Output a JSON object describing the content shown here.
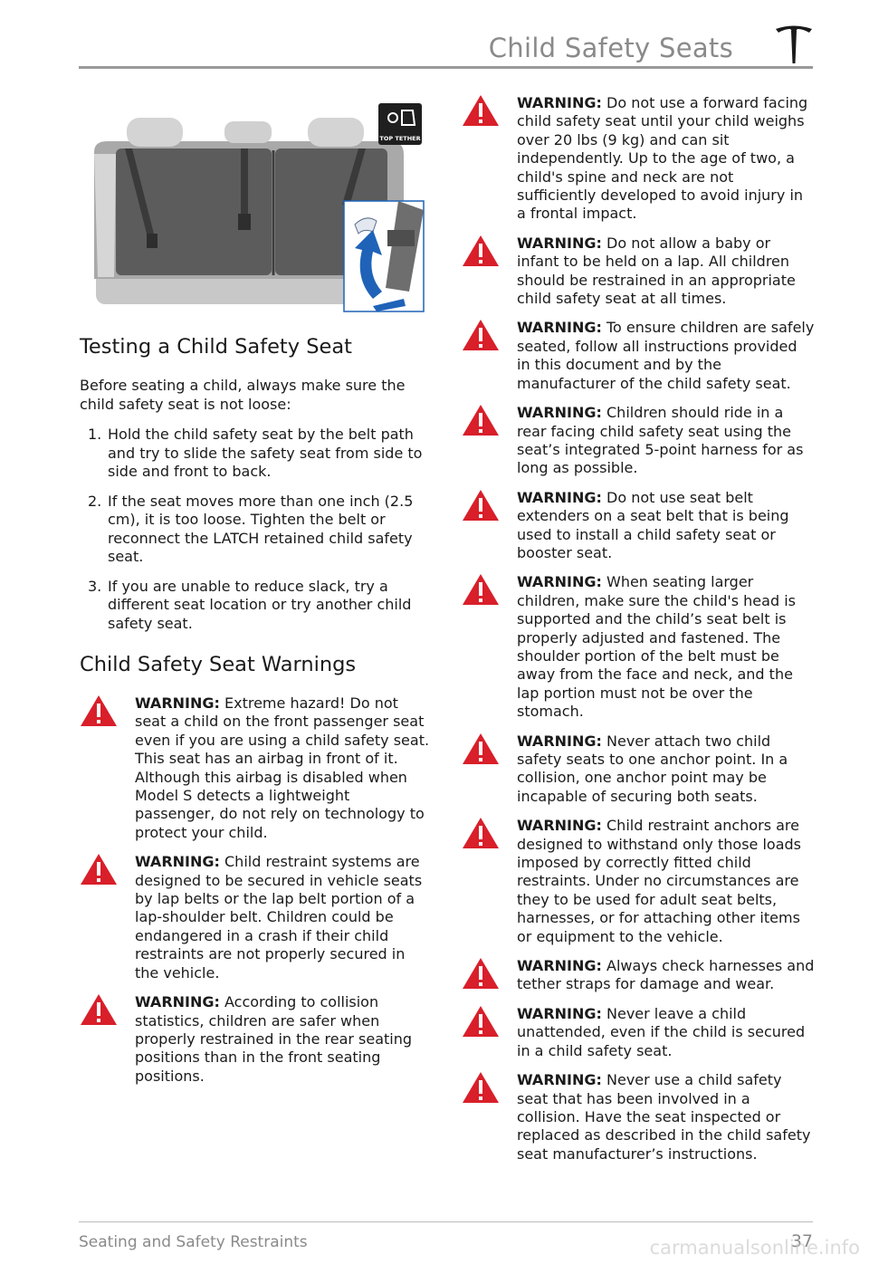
{
  "header": {
    "title": "Child Safety Seats"
  },
  "figure": {
    "badge_text": "TOP TETHER"
  },
  "testing": {
    "title": "Testing a Child Safety Seat",
    "intro": "Before seating a child, always make sure the child safety seat is not loose:",
    "steps": [
      {
        "num": "1.",
        "text": "Hold the child safety seat by the belt path and try to slide the safety seat from side to side and front to back."
      },
      {
        "num": "2.",
        "text": "If the seat moves more than one inch (2.5 cm), it is too loose. Tighten the belt or reconnect the LATCH retained child safety seat."
      },
      {
        "num": "3.",
        "text": "If you are unable to reduce slack, try a different seat location or try another child safety seat."
      }
    ]
  },
  "warnings_section": {
    "title": "Child Safety Seat Warnings"
  },
  "warning_label": "WARNING:",
  "left_warnings": [
    "Extreme hazard! Do not seat a child on the front passenger seat even if you are using a child safety seat. This seat has an airbag in front of it. Although this airbag is disabled when Model S detects a lightweight passenger, do not rely on technology to protect your child.",
    "Child restraint systems are designed to be secured in vehicle seats by lap belts or the lap belt portion of a lap-shoulder belt. Children could be endangered in a crash if their child restraints are not properly secured in the vehicle.",
    "According to collision statistics, children are safer when properly restrained in the rear seating positions than in the front seating positions."
  ],
  "right_warnings": [
    "Do not use a forward facing child safety seat until your child weighs over 20 lbs (9 kg) and can sit independently. Up to the age of two, a child's spine and neck are not sufficiently developed to avoid injury in a frontal impact.",
    "Do not allow a baby or infant to be held on a lap. All children should be restrained in an appropriate child safety seat at all times.",
    "To ensure children are safely seated, follow all instructions provided in this document and by the manufacturer of the child safety seat.",
    "Children should ride in a rear facing child safety seat using the seat’s integrated 5-point harness for as long as possible.",
    "Do not use seat belt extenders on a seat belt that is being used to install a child safety seat or booster seat.",
    "When seating larger children, make sure the child's head is supported and the child’s seat belt is properly adjusted and fastened. The shoulder portion of the belt must be away from the face and neck, and the lap portion must not be over the stomach.",
    "Never attach two child safety seats to one anchor point. In a collision, one anchor point may be incapable of securing both seats.",
    "Child restraint anchors are designed to withstand only those loads imposed by correctly fitted child restraints. Under no circumstances are they to be used for adult seat belts, harnesses, or for attaching other items or equipment to the vehicle.",
    "Always check harnesses and tether straps for damage and wear.",
    "Never leave a child unattended, even if the child is secured in a child safety seat.",
    "Never use a child safety seat that has been involved in a collision. Have the seat inspected or replaced as described in the child safety seat manufacturer’s instructions."
  ],
  "footer": {
    "section": "Seating and Safety Restraints",
    "page": "37"
  },
  "watermark": "carmanualsonline.info",
  "colors": {
    "warning_red": "#d81f2a",
    "header_gray": "#8a8a8a",
    "arrow_blue": "#1f63b8"
  }
}
